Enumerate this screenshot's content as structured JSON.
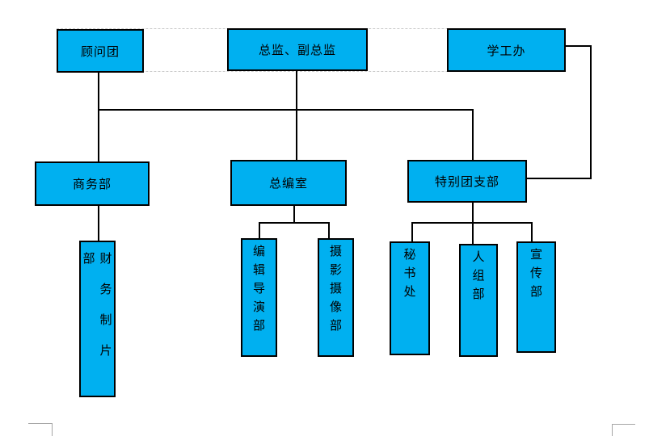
{
  "page": {
    "background_color": "#ffffff",
    "node_fill_color": "#00b0f0",
    "node_border_color": "#000000",
    "connector_color": "#000000",
    "gridline_color": "#c9c9c9",
    "margin_mark_color": "#a6a6a6"
  },
  "nodes": {
    "advisory_group": {
      "label": "顾问团"
    },
    "director_deputy_director": {
      "label": "总监、副总监"
    },
    "student_affairs_office": {
      "label": "学工办"
    },
    "business_dept": {
      "label": "商务部"
    },
    "editorial_office": {
      "label": "总编室"
    },
    "special_league_branch": {
      "label": "特别团支部"
    },
    "finance_production_dept": {
      "label": "财务制片部"
    },
    "editing_directing_dept": {
      "label": "编辑导演部"
    },
    "photography_videography_dept": {
      "label": "摄影摄像部"
    },
    "secretariat": {
      "label": "秘书处"
    },
    "personnel_dept": {
      "label": "人组部"
    },
    "publicity_dept": {
      "label": "宣传部"
    }
  }
}
